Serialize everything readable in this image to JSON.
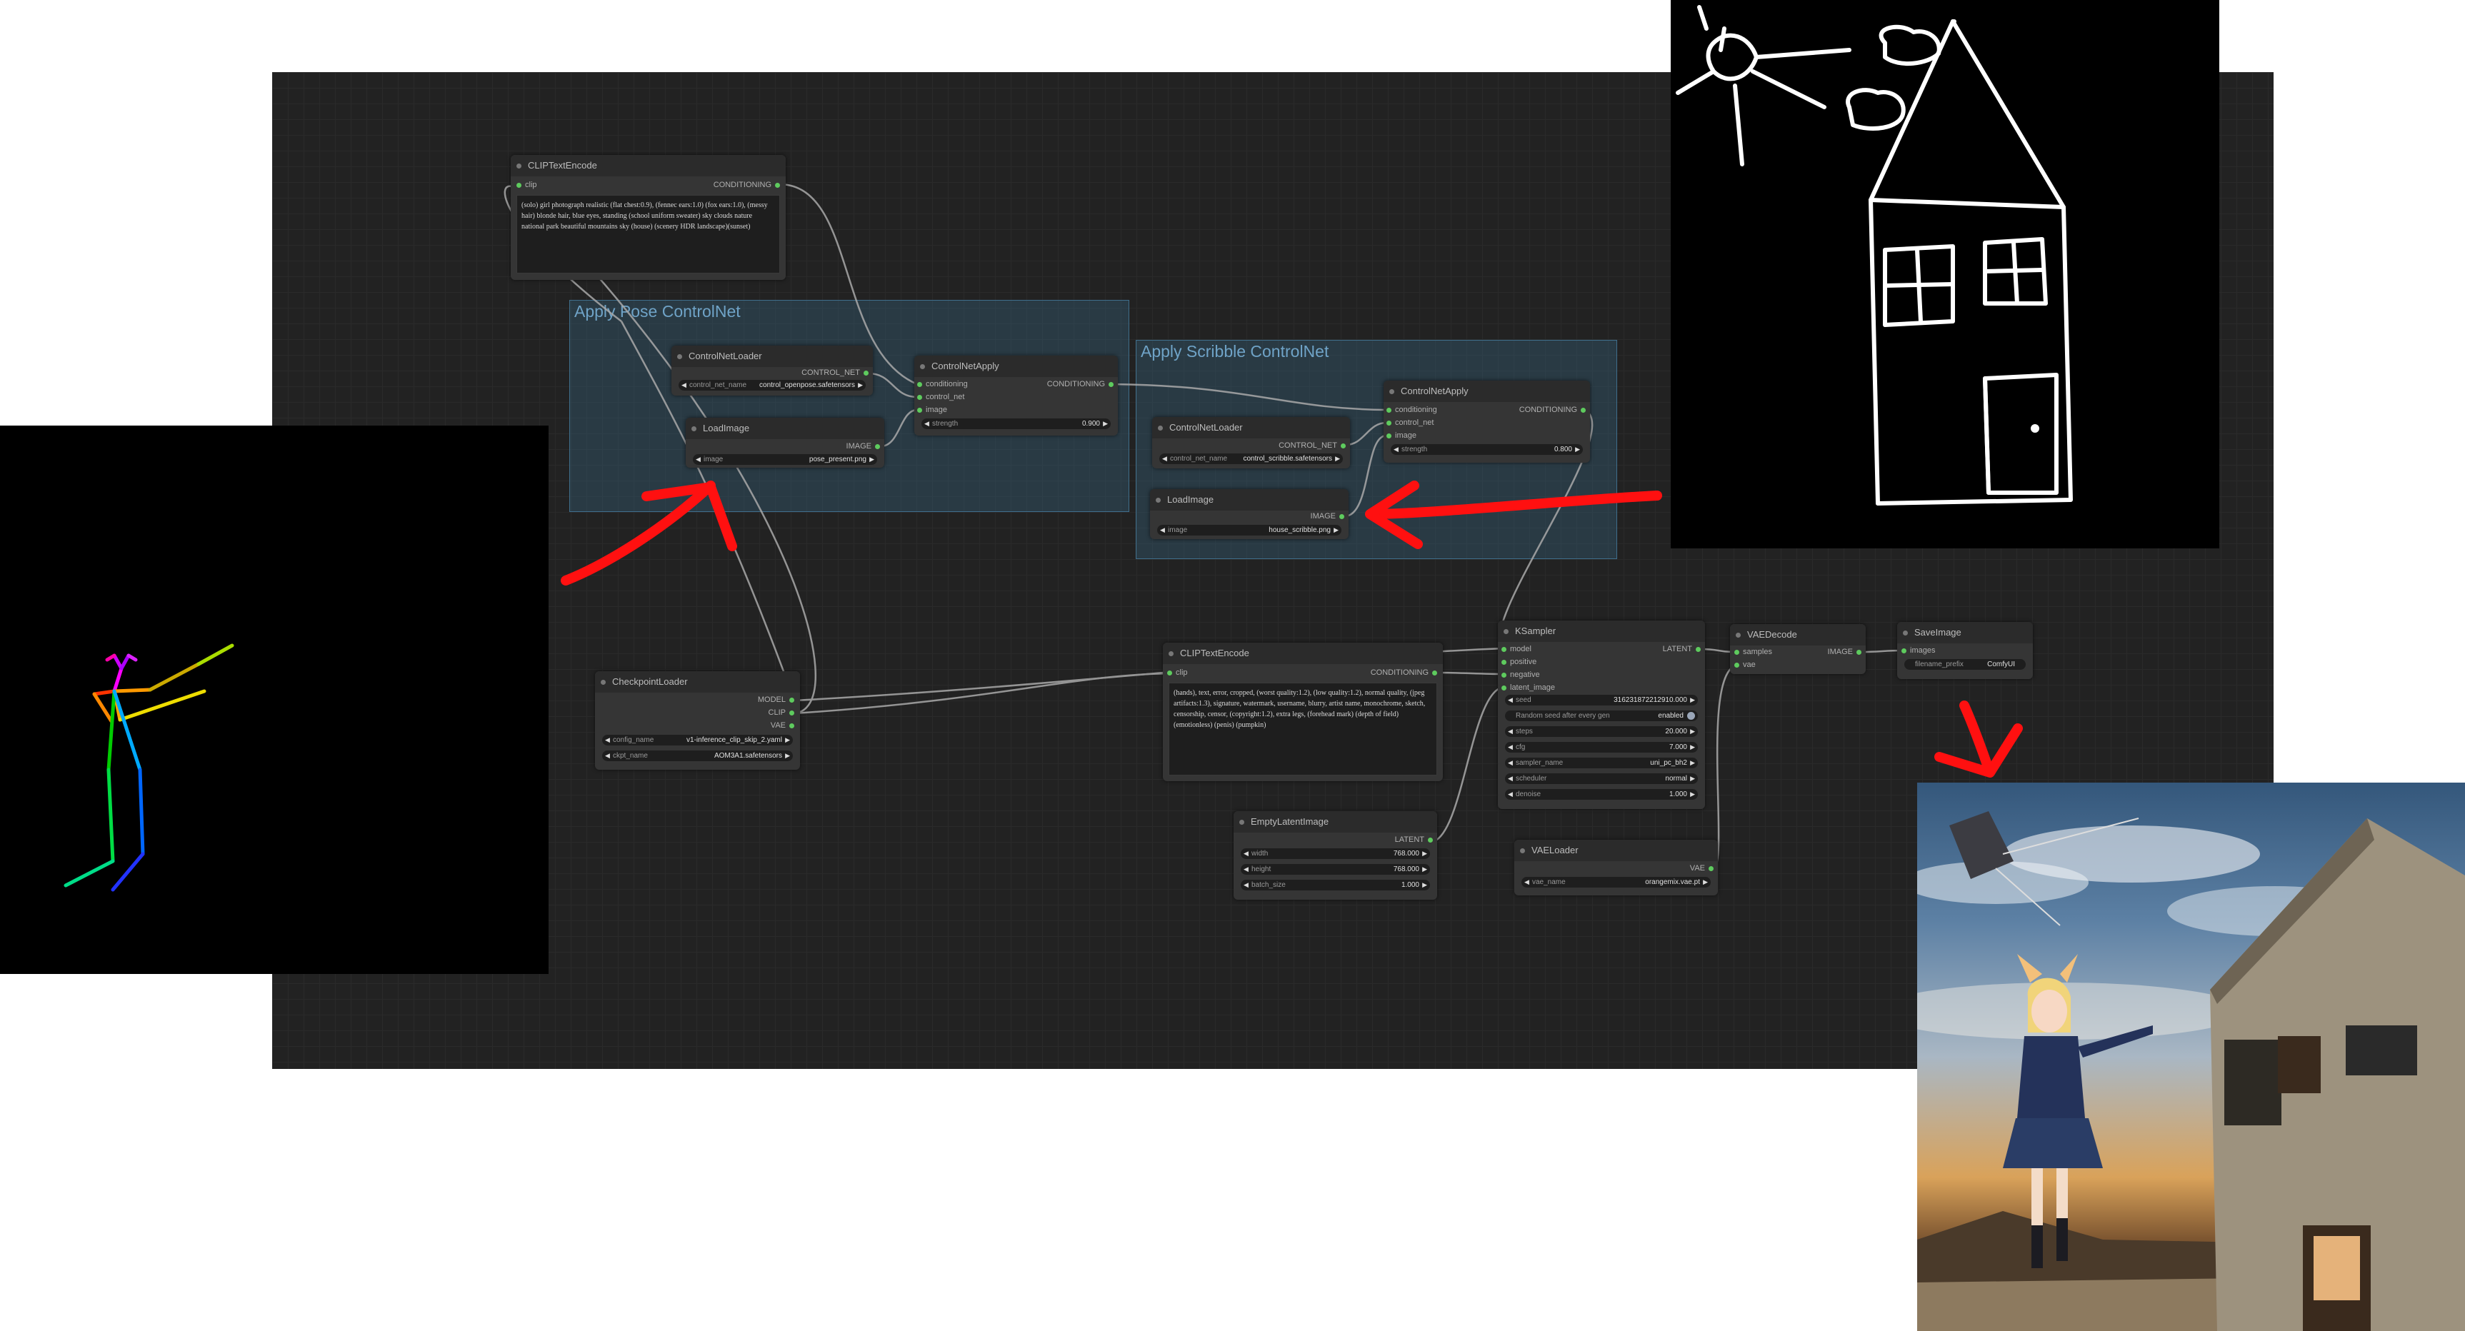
{
  "groups": {
    "pose": "Apply Pose ControlNet",
    "scribble": "Apply Scribble ControlNet"
  },
  "nodes": {
    "clip_pos": {
      "title": "CLIPTextEncode",
      "in_clip": "clip",
      "out": "CONDITIONING",
      "text": "(solo) girl photograph realistic (flat chest:0.9), (fennec ears:1.0) (fox ears:1.0), (messy hair) blonde hair, blue eyes, standing (school uniform sweater) sky clouds nature national park beautiful mountains sky (house) (scenery HDR landscape)(sunset)"
    },
    "cn_loader_pose": {
      "title": "ControlNetLoader",
      "out": "CONTROL_NET",
      "w_label": "control_net_name",
      "w_value": "control_openpose.safetensors"
    },
    "load_pose": {
      "title": "LoadImage",
      "out": "IMAGE",
      "w_label": "image",
      "w_value": "pose_present.png"
    },
    "cn_apply_pose": {
      "title": "ControlNetApply",
      "in1": "conditioning",
      "in2": "control_net",
      "in3": "image",
      "out": "CONDITIONING",
      "w_label": "strength",
      "w_value": "0.900"
    },
    "cn_loader_scribble": {
      "title": "ControlNetLoader",
      "out": "CONTROL_NET",
      "w_label": "control_net_name",
      "w_value": "control_scribble.safetensors"
    },
    "load_scribble": {
      "title": "LoadImage",
      "out": "IMAGE",
      "w_label": "image",
      "w_value": "house_scribble.png"
    },
    "cn_apply_scribble": {
      "title": "ControlNetApply",
      "in1": "conditioning",
      "in2": "control_net",
      "in3": "image",
      "out": "CONDITIONING",
      "w_label": "strength",
      "w_value": "0.800"
    },
    "checkpoint": {
      "title": "CheckpointLoader",
      "out1": "MODEL",
      "out2": "CLIP",
      "out3": "VAE",
      "w1_label": "config_name",
      "w1_value": "v1-inference_clip_skip_2.yaml",
      "w2_label": "ckpt_name",
      "w2_value": "AOM3A1.safetensors"
    },
    "clip_neg": {
      "title": "CLIPTextEncode",
      "in_clip": "clip",
      "out": "CONDITIONING",
      "text": "(hands), text, error, cropped, (worst quality:1.2), (low quality:1.2), normal quality, (jpeg artifacts:1.3), signature, watermark, username, blurry, artist name, monochrome, sketch, censorship, censor, (copyright:1.2), extra legs, (forehead mark) (depth of field) (emotionless) (penis) (pumpkin)"
    },
    "ksampler": {
      "title": "KSampler",
      "in1": "model",
      "in2": "positive",
      "in3": "negative",
      "in4": "latent_image",
      "out": "LATENT",
      "seed_label": "seed",
      "seed_value": "316231872212910.000",
      "random_label": "Random seed after every gen",
      "random_value": "enabled",
      "steps_label": "steps",
      "steps_value": "20.000",
      "cfg_label": "cfg",
      "cfg_value": "7.000",
      "sampler_label": "sampler_name",
      "sampler_value": "uni_pc_bh2",
      "scheduler_label": "scheduler",
      "scheduler_value": "normal",
      "denoise_label": "denoise",
      "denoise_value": "1.000"
    },
    "empty_latent": {
      "title": "EmptyLatentImage",
      "out": "LATENT",
      "width_label": "width",
      "width_value": "768.000",
      "height_label": "height",
      "height_value": "768.000",
      "batch_label": "batch_size",
      "batch_value": "1.000"
    },
    "vae_decode": {
      "title": "VAEDecode",
      "in1": "samples",
      "in2": "vae",
      "out": "IMAGE"
    },
    "save_image": {
      "title": "SaveImage",
      "in1": "images",
      "w_label": "filename_prefix",
      "w_value": "ComfyUI"
    },
    "vae_loader": {
      "title": "VAELoader",
      "out": "VAE",
      "w_label": "vae_name",
      "w_value": "orangemix.vae.pt"
    }
  },
  "colors": {
    "canvas": "#222222",
    "node": "#353535",
    "link": "#a9a9a9",
    "pin": "#5ecb5e",
    "group": "#34586e",
    "annotation_arrow": "#ff1010"
  }
}
